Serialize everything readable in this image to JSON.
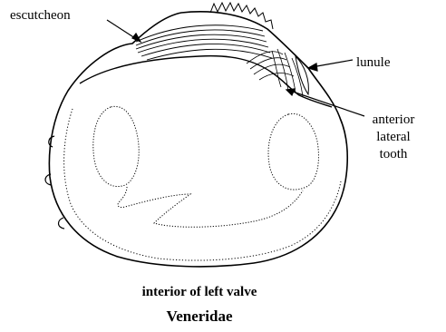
{
  "labels": {
    "escutcheon": "escutcheon",
    "lunule": "lunule",
    "anterior_lateral_tooth": [
      "anterior",
      "lateral",
      "tooth"
    ]
  },
  "captions": {
    "view": "interior of left valve",
    "family": "Veneridae"
  },
  "colors": {
    "ink": "#000000",
    "background": "#ffffff"
  }
}
